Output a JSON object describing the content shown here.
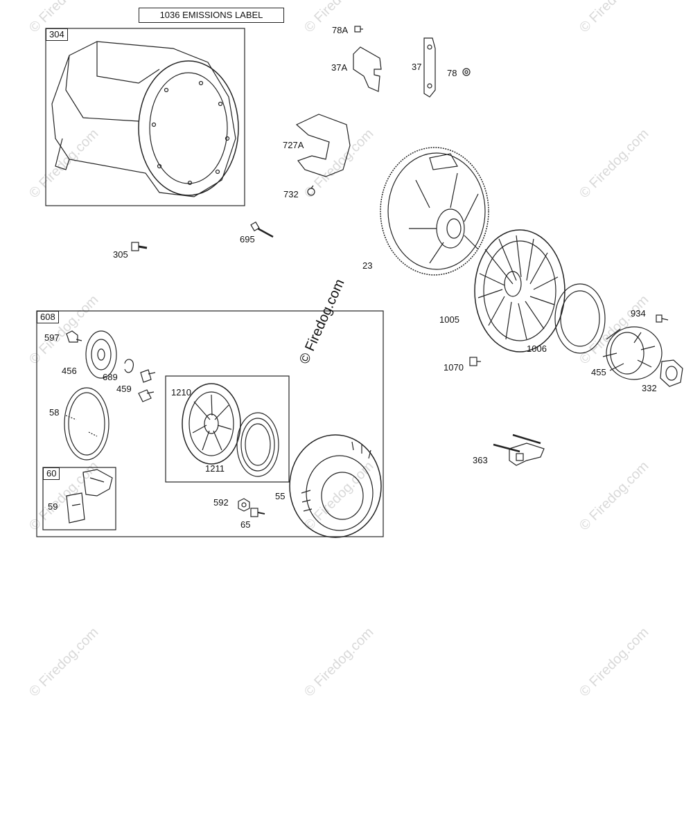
{
  "emissions_label": "1036 EMISSIONS LABEL",
  "watermark": "© Firedog.com",
  "groups": {
    "g304": "304",
    "g608": "608",
    "g60": "60"
  },
  "labels": {
    "p78A": "78A",
    "p37A": "37A",
    "p37": "37",
    "p78": "78",
    "p727A": "727A",
    "p732": "732",
    "p695": "695",
    "p305": "305",
    "p23": "23",
    "p1005": "1005",
    "p1006": "1006",
    "p934": "934",
    "p1070": "1070",
    "p455": "455",
    "p332": "332",
    "p363": "363",
    "p597": "597",
    "p456": "456",
    "p689": "689",
    "p459": "459",
    "p58": "58",
    "p1210": "1210",
    "p1211": "1211",
    "p592": "592",
    "p55": "55",
    "p65": "65",
    "p59": "59"
  }
}
